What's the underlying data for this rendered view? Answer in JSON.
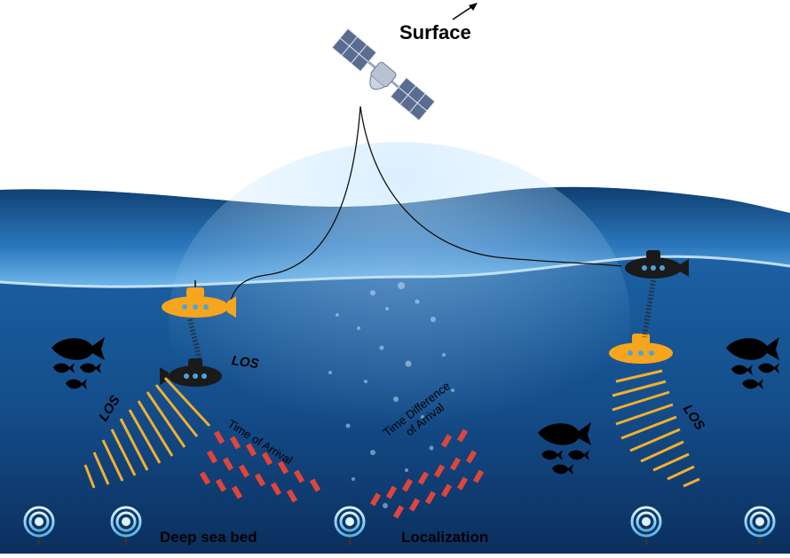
{
  "labels": {
    "surface": "Surface",
    "deep_sea_bed": "Deep sea bed",
    "localization": "Localization",
    "los": "LOS",
    "time_of_arrival": "Time of Arrival",
    "time_difference_line1": "Time Difference",
    "time_difference_line2": "of Arrival"
  },
  "colors": {
    "sea_deep": "#0b2f5e",
    "sea_mid": "#1a5ea0",
    "sea_light": "#2f7fc4",
    "submarine_orange": "#f7a51c",
    "submarine_black": "#1a1a1a",
    "fish": "#000000",
    "los_beam": "#f2b02c",
    "toa_marks": "#e0453a",
    "beacon": "#4fb3e8",
    "satellite_panel": "#5a6c8f"
  },
  "icons": [
    "satellite-icon",
    "submarine-icon",
    "fish-icon",
    "beacon-icon",
    "arrow-icon"
  ]
}
